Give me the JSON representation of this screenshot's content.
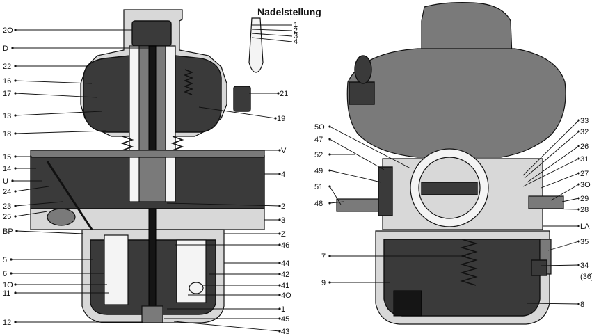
{
  "title": "Nadelstellung",
  "needle_positions": [
    "1",
    "2",
    "3",
    "4"
  ],
  "left_labels": {
    "left": [
      "2O",
      "D",
      "22",
      "16",
      "17",
      "13",
      "18",
      "15",
      "14",
      "U",
      "24",
      "23",
      "25",
      "BP",
      "5",
      "6",
      "1O",
      "11",
      "12"
    ],
    "right": [
      "21",
      "19",
      "V",
      "4",
      "2",
      "3",
      "Z",
      "46",
      "44",
      "42",
      "41",
      "4O",
      "1",
      "45",
      "43"
    ]
  },
  "right_labels": {
    "left": [
      "5O",
      "47",
      "52",
      "49",
      "51",
      "48",
      "7",
      "9"
    ],
    "right": [
      "33",
      "32",
      "26",
      "31",
      "27",
      "3O",
      "29",
      "28",
      "LA",
      "35",
      "34",
      "(36)",
      "8"
    ]
  }
}
